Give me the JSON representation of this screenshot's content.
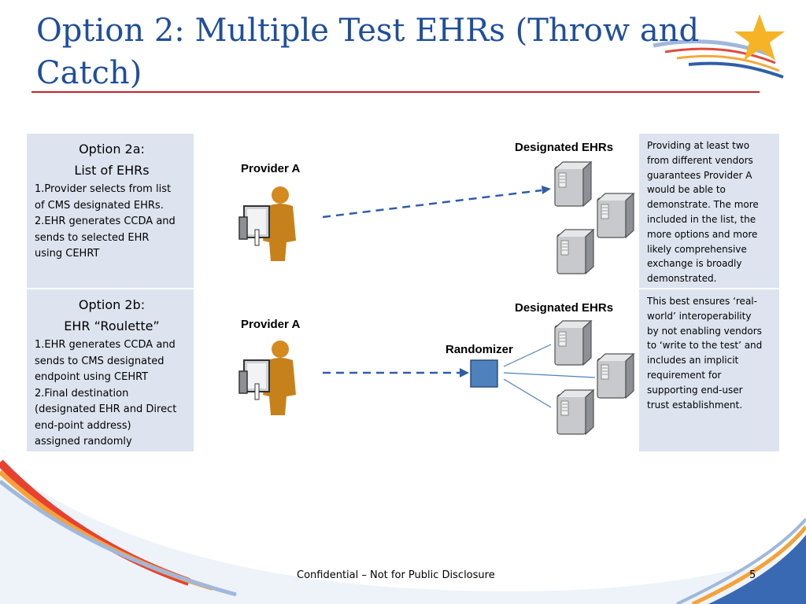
{
  "slide": {
    "title_line1": "Option 2: Multiple Test EHRs (Throw and",
    "title_line2": "Catch)"
  },
  "rows": [
    {
      "heading": "Option 2a:",
      "subheading": "List of EHRs",
      "lines": [
        "1.Provider selects from list",
        "of CMS designated EHRs.",
        "2.EHR generates CCDA and",
        "sends to selected EHR",
        "using CEHRT"
      ],
      "diagram": {
        "provider_label": "Provider A",
        "ehr_label": "Designated EHRs"
      },
      "note": [
        "Providing at least two",
        "from different vendors",
        "guarantees Provider A",
        "would be able to",
        "demonstrate. The more",
        "included in the list, the",
        "more options and more",
        "likely comprehensive",
        "exchange is broadly",
        "demonstrated."
      ]
    },
    {
      "heading": "Option 2b:",
      "subheading": "EHR “Roulette”",
      "lines": [
        "1.EHR generates CCDA and",
        "sends to CMS designated",
        "endpoint using CEHRT",
        "2.Final destination",
        "(designated EHR and Direct",
        "end-point address)",
        "assigned randomly"
      ],
      "diagram": {
        "provider_label": "Provider A",
        "ehr_label": "Designated EHRs",
        "randomizer_label": "Randomizer"
      },
      "note": [
        "This best ensures ‘real-",
        "world’ interoperability",
        "by not enabling vendors",
        "to ‘write to the test’ and",
        "includes an implicit",
        "requirement for",
        "supporting end-user",
        "trust establishment."
      ]
    }
  ],
  "footer": {
    "text": "Confidential – Not for Public Disclosure",
    "page_number": "5"
  },
  "colors": {
    "title": "#1f4e9c",
    "title_rule": "#c8212b",
    "table_fill": "#dde4f0",
    "arrow": "#2e5ea8",
    "randomizer": "#4f81bd",
    "accent_star": "#f5b325"
  },
  "icons": [
    "person-at-computer-icon",
    "server-icon",
    "star-icon",
    "randomizer-box-icon"
  ]
}
